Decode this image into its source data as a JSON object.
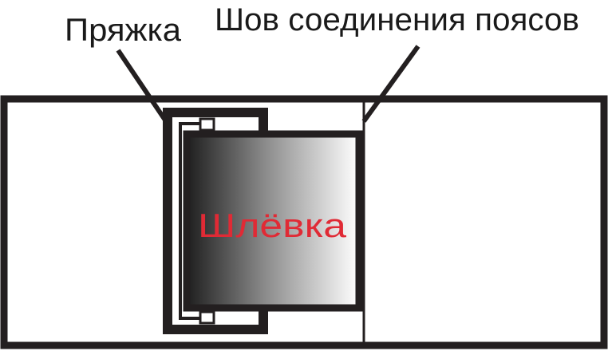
{
  "labels": {
    "buckle": "Пряжка",
    "belt_seam": "Шов соединения поясов",
    "belt_loop": "Шлёвка"
  },
  "colors": {
    "outline": "#231f20",
    "loop_text": "#e02a35",
    "gradient_dark": "#1e1e1e",
    "gradient_light": "#ffffff"
  }
}
